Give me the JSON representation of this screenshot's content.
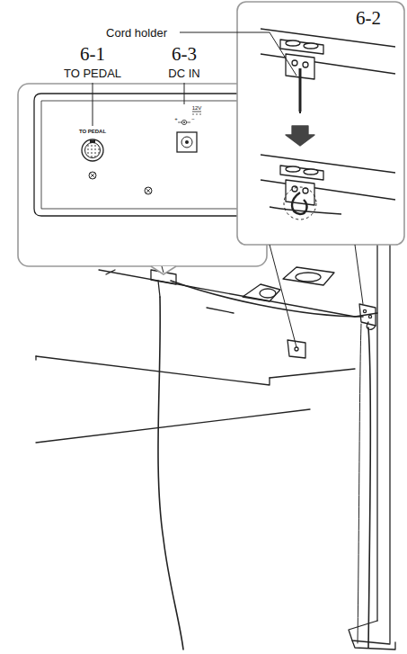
{
  "diagram": {
    "labels": [
      "6-1",
      "TO PEDAL",
      "6-3",
      "DC IN",
      "TO PEDAL",
      "12V",
      "+",
      "−",
      "Cord holder",
      "6-2"
    ]
  }
}
